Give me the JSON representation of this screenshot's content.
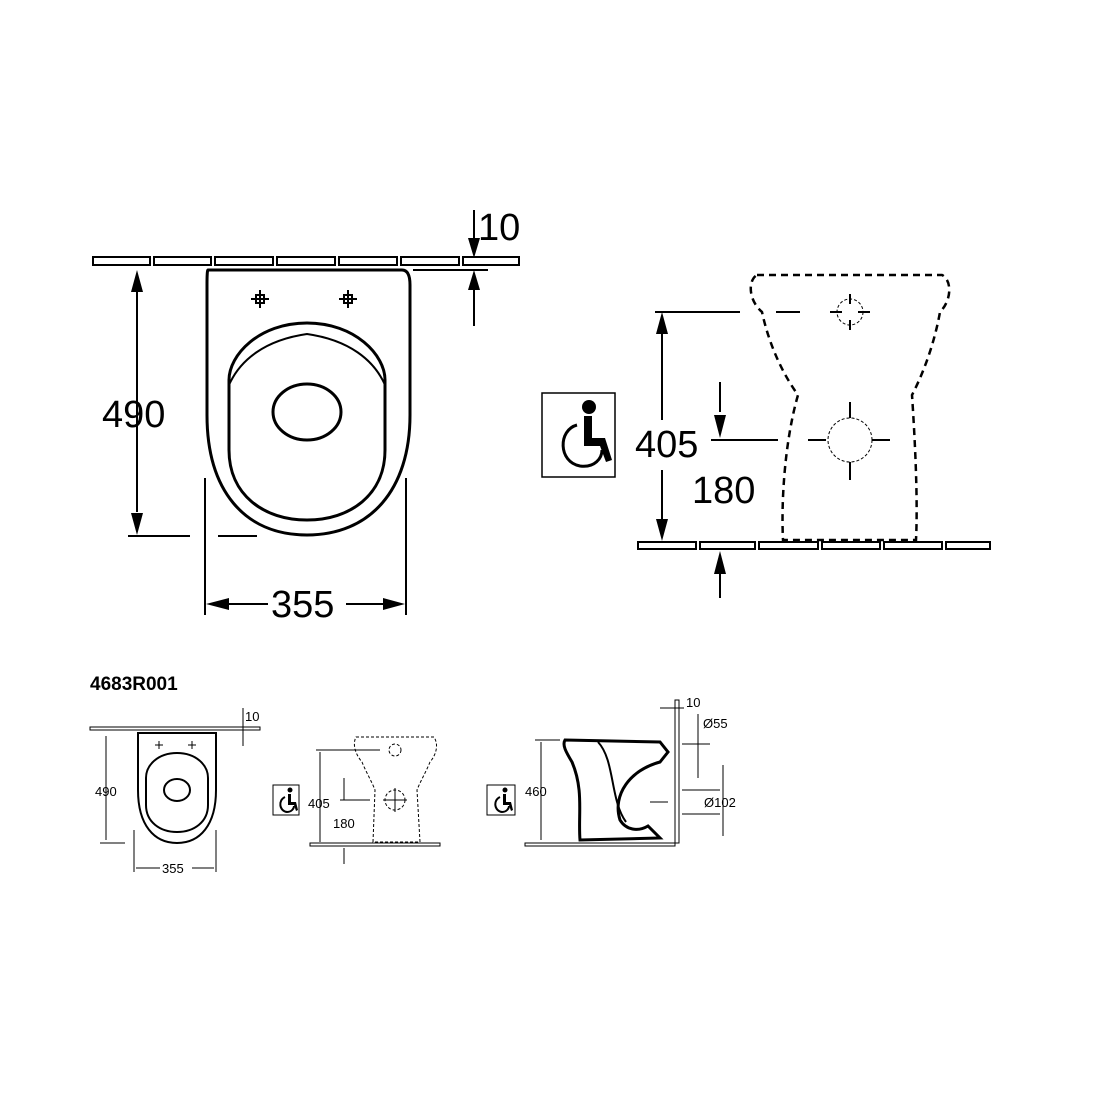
{
  "top_plan": {
    "dim_depth": "490",
    "dim_width": "355",
    "dim_wall_gap": "10"
  },
  "front_view": {
    "dim_outlet_height": "405",
    "dim_lower_height": "180",
    "icon": "wheelchair-accessible-icon"
  },
  "thumbnails": {
    "model_code": "4683R001",
    "plan": {
      "dim_depth": "490",
      "dim_width": "355",
      "dim_wall_gap": "10"
    },
    "front": {
      "dim_outlet_height": "405",
      "dim_lower_height": "180"
    },
    "side": {
      "dim_gap": "10",
      "dim_inlet_diameter": "Ø55",
      "dim_height": "460",
      "dim_outlet_diameter": "Ø102"
    }
  }
}
